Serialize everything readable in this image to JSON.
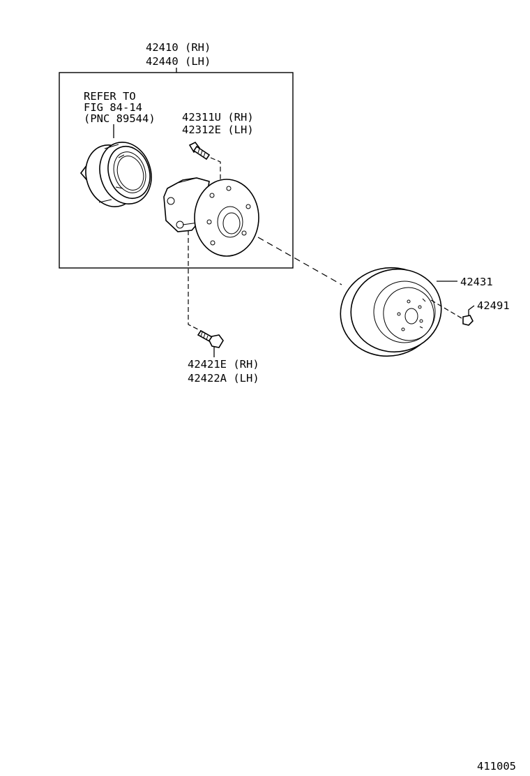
{
  "callouts": {
    "hub_assy_rh": "42410 (RH)",
    "hub_assy_lh": "42440 (LH)",
    "refer_line1": "REFER TO",
    "refer_line2": "FIG 84-14",
    "refer_line3": "(PNC 89544)",
    "hub_bolt_rh": "42311U (RH)",
    "hub_bolt_lh": "42312E (LH)",
    "disc": "42431",
    "screw": "42491",
    "mount_bolt_rh": "42421E (RH)",
    "mount_bolt_lh": "42422A (LH)"
  },
  "figure_number": "411005"
}
